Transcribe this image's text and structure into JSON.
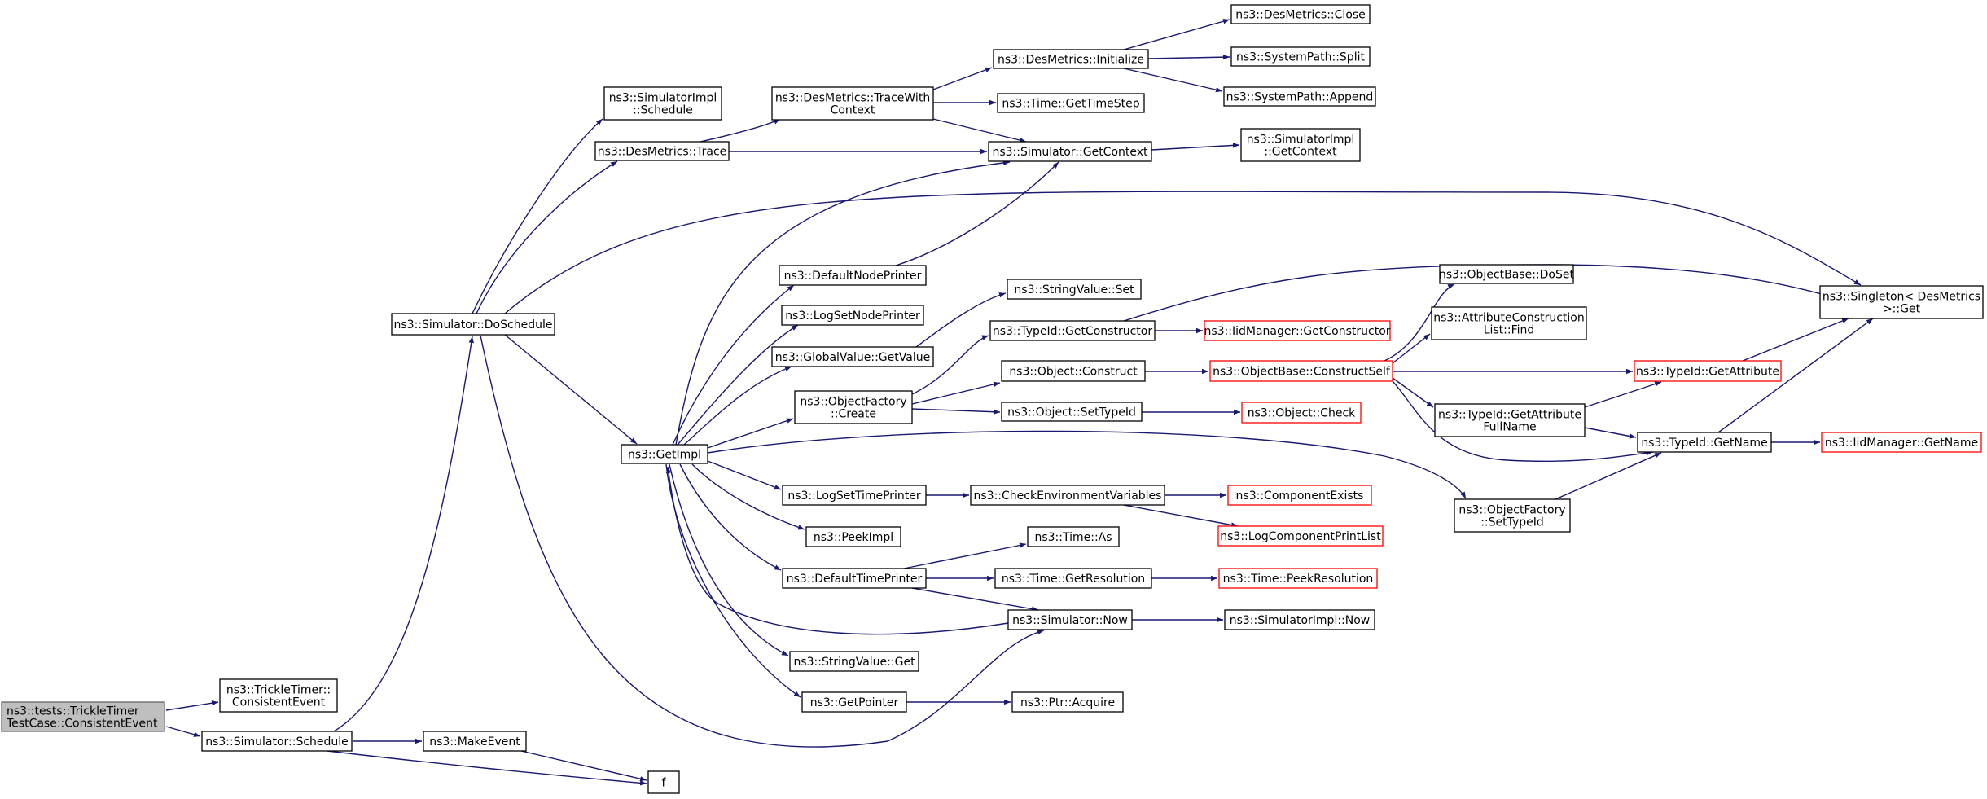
{
  "diagram": {
    "type": "call-graph",
    "colors": {
      "edge": "#191970",
      "node_border": "#000000",
      "incomplete_border": "#ff0000",
      "root_fill": "#bfbfbf"
    },
    "nodes": [
      {
        "id": "root",
        "lines": [
          "ns3::tests::TrickleTimer",
          "TestCase::ConsistentEvent"
        ],
        "style": "root"
      },
      {
        "id": "trickle_consistent",
        "lines": [
          "ns3::TrickleTimer::",
          "ConsistentEvent"
        ]
      },
      {
        "id": "sim_schedule",
        "lines": [
          "ns3::Simulator::Schedule"
        ]
      },
      {
        "id": "make_event",
        "lines": [
          "ns3::MakeEvent"
        ]
      },
      {
        "id": "f",
        "lines": [
          "f"
        ]
      },
      {
        "id": "do_schedule",
        "lines": [
          "ns3::Simulator::DoSchedule"
        ]
      },
      {
        "id": "simimpl_schedule",
        "lines": [
          "ns3::SimulatorImpl",
          "::Schedule"
        ]
      },
      {
        "id": "des_trace",
        "lines": [
          "ns3::DesMetrics::Trace"
        ]
      },
      {
        "id": "des_tracewith",
        "lines": [
          "ns3::DesMetrics::TraceWith",
          "Context"
        ]
      },
      {
        "id": "des_init",
        "lines": [
          "ns3::DesMetrics::Initialize"
        ]
      },
      {
        "id": "des_close",
        "lines": [
          "ns3::DesMetrics::Close"
        ]
      },
      {
        "id": "syspath_split",
        "lines": [
          "ns3::SystemPath::Split"
        ]
      },
      {
        "id": "syspath_append",
        "lines": [
          "ns3::SystemPath::Append"
        ]
      },
      {
        "id": "time_gettimestep",
        "lines": [
          "ns3::Time::GetTimeStep"
        ]
      },
      {
        "id": "sim_getcontext",
        "lines": [
          "ns3::Simulator::GetContext"
        ]
      },
      {
        "id": "simimpl_getcontext",
        "lines": [
          "ns3::SimulatorImpl",
          "::GetContext"
        ]
      },
      {
        "id": "singleton_get",
        "lines": [
          "ns3::Singleton< DesMetrics",
          " >::Get"
        ]
      },
      {
        "id": "default_node_printer",
        "lines": [
          "ns3::DefaultNodePrinter"
        ]
      },
      {
        "id": "log_set_node_printer",
        "lines": [
          "ns3::LogSetNodePrinter"
        ]
      },
      {
        "id": "global_value_getvalue",
        "lines": [
          "ns3::GlobalValue::GetValue"
        ]
      },
      {
        "id": "object_factory_create",
        "lines": [
          "ns3::ObjectFactory",
          "::Create"
        ]
      },
      {
        "id": "get_impl",
        "lines": [
          "ns3::GetImpl"
        ]
      },
      {
        "id": "stringvalue_set",
        "lines": [
          "ns3::StringValue::Set"
        ]
      },
      {
        "id": "typeid_getconstructor",
        "lines": [
          "ns3::TypeId::GetConstructor"
        ]
      },
      {
        "id": "iidmanager_getconstructor",
        "lines": [
          "ns3::IidManager::GetConstructor"
        ],
        "style": "red"
      },
      {
        "id": "object_construct",
        "lines": [
          "ns3::Object::Construct"
        ]
      },
      {
        "id": "objectbase_constructself",
        "lines": [
          "ns3::ObjectBase::ConstructSelf"
        ],
        "style": "red"
      },
      {
        "id": "object_settypeid",
        "lines": [
          "ns3::Object::SetTypeId"
        ]
      },
      {
        "id": "object_check",
        "lines": [
          "ns3::Object::Check"
        ],
        "style": "red"
      },
      {
        "id": "objectbase_doset",
        "lines": [
          "ns3::ObjectBase::DoSet"
        ]
      },
      {
        "id": "attr_construction_find",
        "lines": [
          "ns3::AttributeConstruction",
          "List::Find"
        ]
      },
      {
        "id": "typeid_getattribute",
        "lines": [
          "ns3::TypeId::GetAttribute"
        ],
        "style": "red"
      },
      {
        "id": "typeid_getattributefullname",
        "lines": [
          "ns3::TypeId::GetAttribute",
          "FullName"
        ]
      },
      {
        "id": "typeid_getname",
        "lines": [
          "ns3::TypeId::GetName"
        ]
      },
      {
        "id": "iidmanager_getname",
        "lines": [
          "ns3::IidManager::GetName"
        ],
        "style": "red"
      },
      {
        "id": "objectfactory_settypeid",
        "lines": [
          "ns3::ObjectFactory",
          "::SetTypeId"
        ]
      },
      {
        "id": "log_set_time_printer",
        "lines": [
          "ns3::LogSetTimePrinter"
        ]
      },
      {
        "id": "check_env_vars",
        "lines": [
          "ns3::CheckEnvironmentVariables"
        ]
      },
      {
        "id": "component_exists",
        "lines": [
          "ns3::ComponentExists"
        ],
        "style": "red"
      },
      {
        "id": "log_component_print_list",
        "lines": [
          "ns3::LogComponentPrintList"
        ],
        "style": "red"
      },
      {
        "id": "peek_impl",
        "lines": [
          "ns3::PeekImpl"
        ]
      },
      {
        "id": "default_time_printer",
        "lines": [
          "ns3::DefaultTimePrinter"
        ]
      },
      {
        "id": "time_as",
        "lines": [
          "ns3::Time::As"
        ]
      },
      {
        "id": "time_getresolution",
        "lines": [
          "ns3::Time::GetResolution"
        ]
      },
      {
        "id": "time_peekresolution",
        "lines": [
          "ns3::Time::PeekResolution"
        ],
        "style": "red"
      },
      {
        "id": "simulator_now",
        "lines": [
          "ns3::Simulator::Now"
        ]
      },
      {
        "id": "simimpl_now",
        "lines": [
          "ns3::SimulatorImpl::Now"
        ]
      },
      {
        "id": "stringvalue_get",
        "lines": [
          "ns3::StringValue::Get"
        ]
      },
      {
        "id": "get_pointer",
        "lines": [
          "ns3::GetPointer"
        ]
      },
      {
        "id": "ptr_acquire",
        "lines": [
          "ns3::Ptr::Acquire"
        ]
      }
    ]
  }
}
